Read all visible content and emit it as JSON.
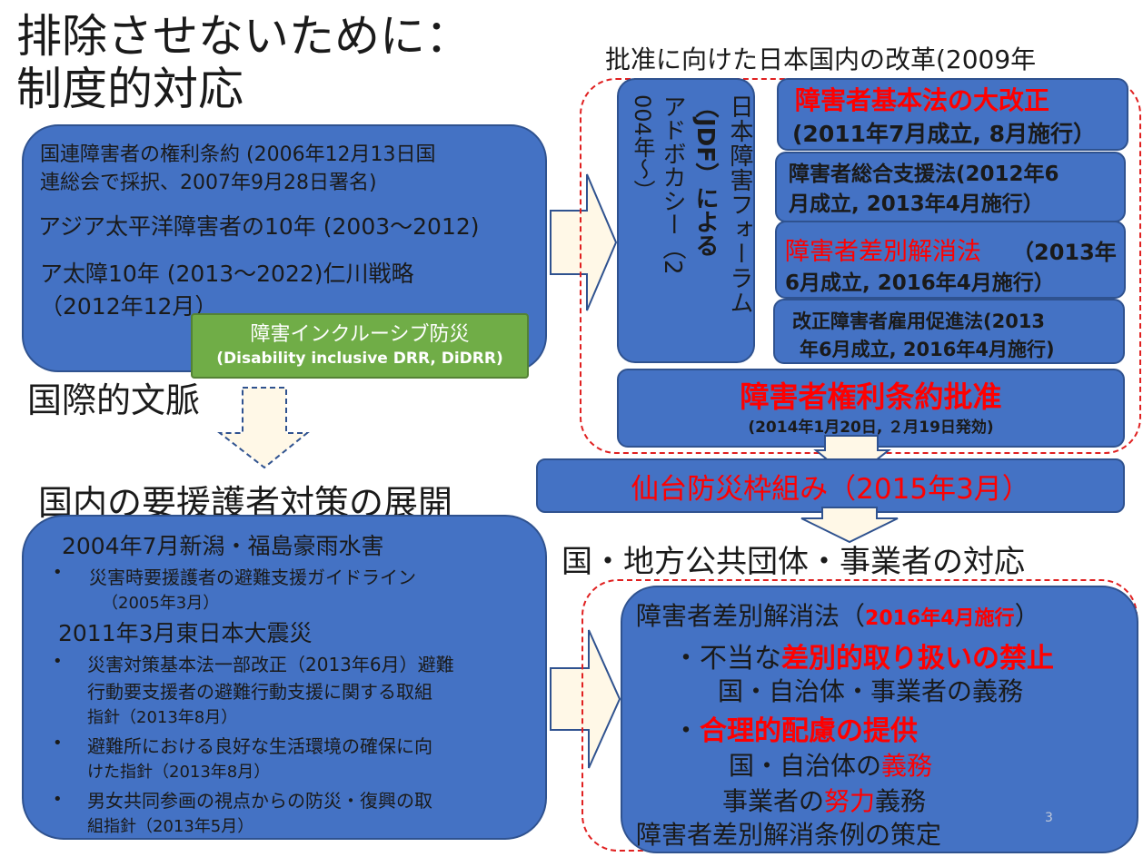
{
  "slide_title": {
    "line1": "排除させないために：",
    "line2": "制度的対応"
  },
  "page_number": "3",
  "intl_box": {
    "line1": "国連障害者の権利条約 (2006年12月13日国",
    "line2": "連総会で採択、2007年9月28日署名)",
    "line3": "アジア太平洋障害者の10年 (2003～2012)",
    "line4": "ア太障10年 (2013～2022)仁川戦略",
    "line5": "（2012年12月）"
  },
  "didrr_banner": {
    "line1": "障害インクルーシブ防災",
    "line2": "(Disability inclusive DRR, DiDRR)"
  },
  "intl_context_label": "国際的文脈",
  "domestic_title": "国内の要援護者対策の展開",
  "domestic_box": {
    "event1": "2004年7月新潟・福島豪雨水害",
    "bullet1a": "災害時要援護者の避難支援ガイドライン",
    "bullet1b": "（2005年3月）",
    "event2": "2011年3月東日本大震災",
    "bullet2a": "災害対策基本法一部改正（2013年6月）避難",
    "bullet2b": "行動要支援者の避難行動支援に関する取組",
    "bullet2c": "指針（2013年8月）",
    "bullet3a": "避難所における良好な生活環境の確保に向",
    "bullet3b": "けた指針（2013年8月）",
    "bullet4a": "男女共同参画の視点からの防災・復興の取",
    "bullet4b": "組指針（2013年5月）",
    "bullet_glyph": "•"
  },
  "reform_title": "批准に向けた日本国内の改革(2009年",
  "jdf_box": {
    "col1": "日本障害フォーラム",
    "col2": "（JDF）による",
    "col3": "アドボカシー（2",
    "col4": "004年～）"
  },
  "laws": [
    {
      "title": "障害者基本法の大改正",
      "detail": "(2011年7月成立, 8月施行）"
    },
    {
      "title": "障害者総合支援法(2012年6",
      "detail": "月成立, 2013年4月施行）"
    },
    {
      "title": "障害者差別解消法",
      "title_suffix": "（2013年",
      "detail": "6月成立, 2016年4月施行）"
    },
    {
      "title": "改正障害者雇用促進法(2013",
      "detail": "年6月成立, 2016年4月施行)"
    }
  ],
  "ratification": {
    "title": "障害者権利条約批准",
    "detail": "(2014年1月20日, ２月19日発効)"
  },
  "sendai": "仙台防災枠組み（2015年3月）",
  "response_title": "国・地方公共団体・事業者の対応",
  "response_box": {
    "line1_prefix": "障害者差別解消法（",
    "line1_red": "2016年4月施行",
    "line1_suffix": "）",
    "line2_prefix": "・不当な",
    "line2_red": "差別的取り扱いの禁止",
    "line3": "国・自治体・事業者の義務",
    "line4_prefix": "・",
    "line4_red": "合理的配慮の提供",
    "line5_prefix": "国・自治体の",
    "line5_red": "義務",
    "line6_prefix": "事業者の",
    "line6_red": "努力",
    "line6_suffix": "義務",
    "line7": "障害者差別解消条例の策定"
  },
  "colors": {
    "box_fill": "#4472c4",
    "accent_red": "#ff0000",
    "banner_green": "#70ad47",
    "arrow_fill": "#fff8e7"
  }
}
